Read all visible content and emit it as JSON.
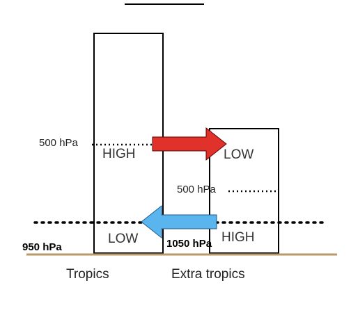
{
  "diagram": {
    "tropics_column": {
      "upper_label": "HIGH",
      "lower_label": "LOW",
      "pressure_label": "500 hPa"
    },
    "extratropics_column": {
      "upper_label": "LOW",
      "lower_label": "HIGH",
      "pressure_label": "500 hPa"
    },
    "surface_label_left": "950 hPa",
    "surface_label_right": "1050 hPa",
    "region_labels": {
      "tropics": "Tropics",
      "extratropics": "Extra tropics"
    },
    "colors": {
      "upper_arrow": "#e0322a",
      "lower_arrow": "#5ab4ee",
      "ground": "#b89a6a",
      "outline": "#000000"
    }
  }
}
